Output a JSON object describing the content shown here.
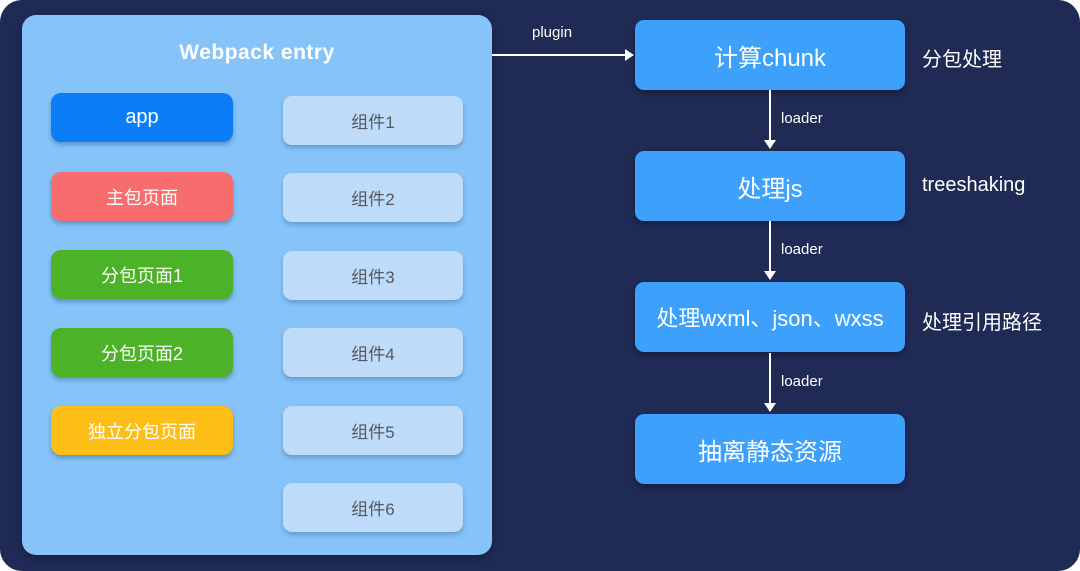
{
  "panel": {
    "title": "Webpack entry",
    "entries": [
      {
        "label": "app",
        "color": "#0b7df6"
      },
      {
        "label": "主包页面",
        "color": "#f76c6c"
      },
      {
        "label": "分包页面1",
        "color": "#4cb227"
      },
      {
        "label": "分包页面2",
        "color": "#4cb227"
      },
      {
        "label": "独立分包页面",
        "color": "#fcbe17"
      }
    ],
    "components": [
      {
        "label": "组件1"
      },
      {
        "label": "组件2"
      },
      {
        "label": "组件3"
      },
      {
        "label": "组件4"
      },
      {
        "label": "组件5"
      },
      {
        "label": "组件6"
      }
    ]
  },
  "flow": {
    "nodes": [
      {
        "label": "计算chunk",
        "annotation": "分包处理"
      },
      {
        "label": "处理js",
        "annotation": "treeshaking"
      },
      {
        "label": "处理wxml、json、wxss",
        "annotation": "处理引用路径"
      },
      {
        "label": "抽离静态资源",
        "annotation": ""
      }
    ],
    "edge_labels": {
      "plugin": "plugin",
      "loader": "loader"
    }
  },
  "colors": {
    "card_background": "#1f2a55",
    "panel_background": "#85c3f8",
    "component_box": "#bedcfa",
    "flow_node": "#3da0fa",
    "arrow": "#ffffff",
    "text_light": "#ffffff",
    "text_dark": "#54585e"
  }
}
